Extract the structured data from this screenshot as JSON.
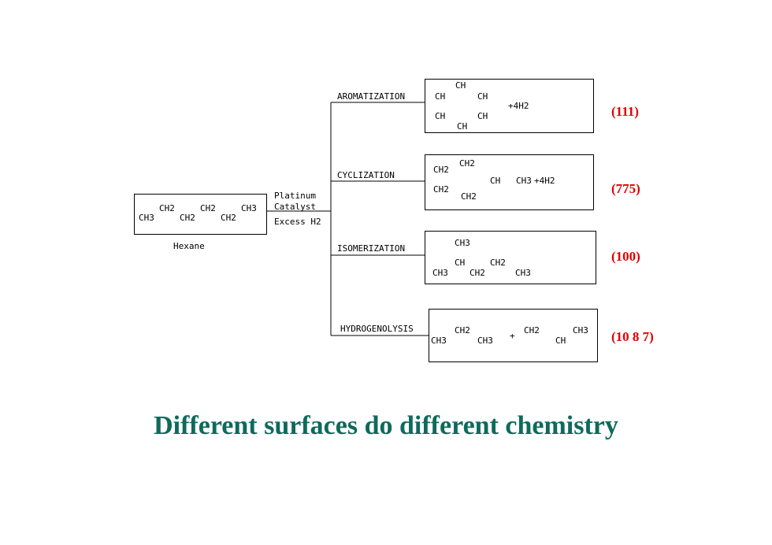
{
  "reactant": {
    "formula_parts": [
      "CH3",
      "CH2",
      "CH2",
      "CH2",
      "CH2",
      "CH3"
    ],
    "name": "Hexane"
  },
  "conditions": {
    "line1": "Platinum",
    "line2": "Catalyst",
    "line3": "Excess H2"
  },
  "reactions": [
    {
      "label": "AROMATIZATION",
      "product_atoms": [
        "CH",
        "CH",
        "CH",
        "CH",
        "CH",
        "CH"
      ],
      "byproduct": "+4H2",
      "surface": "(111)"
    },
    {
      "label": "CYCLIZATION",
      "product_atoms": [
        "CH2",
        "CH2",
        "CH2",
        "CH2",
        "CH",
        "CH3"
      ],
      "byproduct": "+4H2",
      "surface": "(775)"
    },
    {
      "label": "ISOMERIZATION",
      "product_atoms": [
        "CH3",
        "CH",
        "CH3",
        "CH2",
        "CH2",
        "CH3"
      ],
      "byproduct": "",
      "surface": "(100)"
    },
    {
      "label": "HYDROGENOLYSIS",
      "product_atoms": [
        "CH3",
        "CH2",
        "CH3",
        "+",
        "CH2",
        "CH",
        "CH3"
      ],
      "byproduct": "",
      "surface": "(10 8 7)"
    }
  ],
  "headline": "Different surfaces do different chemistry",
  "colors": {
    "surface_label": "#e00000",
    "headline": "#0e6a5c"
  }
}
